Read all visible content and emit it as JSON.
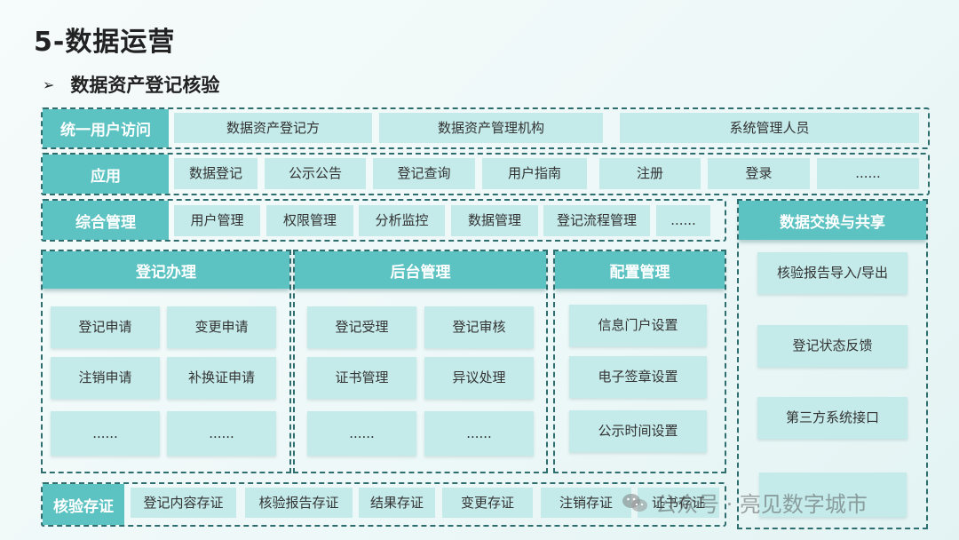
{
  "title": "5-数据运营",
  "subtitle": "数据资产登记核验",
  "rows": {
    "unified": {
      "label": "统一用户访问",
      "items": [
        "数据资产登记方",
        "数据资产管理机构",
        "系统管理人员"
      ]
    },
    "apps": {
      "label": "应用",
      "items": [
        "数据登记",
        "公示公告",
        "登记查询",
        "用户指南",
        "注册",
        "登录",
        "......"
      ]
    },
    "mgmt": {
      "label": "综合管理",
      "items": [
        "用户管理",
        "权限管理",
        "分析监控",
        "数据管理",
        "登记流程管理",
        "......"
      ]
    },
    "verify": {
      "label": "核验存证",
      "items": [
        "登记内容存证",
        "核验报告存证",
        "结果存证",
        "变更存证",
        "注销存证",
        "证书存证"
      ]
    }
  },
  "panels": {
    "register": {
      "label": "登记办理",
      "items": [
        "登记申请",
        "变更申请",
        "注销申请",
        "补换证申请",
        "......",
        "......"
      ]
    },
    "backend": {
      "label": "后台管理",
      "items": [
        "登记受理",
        "登记审核",
        "证书管理",
        "异议处理",
        "......",
        "......"
      ]
    },
    "config": {
      "label": "配置管理",
      "items": [
        "信息门户设置",
        "电子签章设置",
        "公示时间设置"
      ]
    },
    "exchange": {
      "label": "数据交换与共享",
      "items": [
        "核验报告导入/导出",
        "登记状态反馈",
        "第三方系统接口"
      ]
    }
  },
  "watermark": "公众号 · 亮见数字城市",
  "colors": {
    "header": "#5cc2c2",
    "chip": "#c4eaea",
    "border": "#2e6e6e"
  }
}
